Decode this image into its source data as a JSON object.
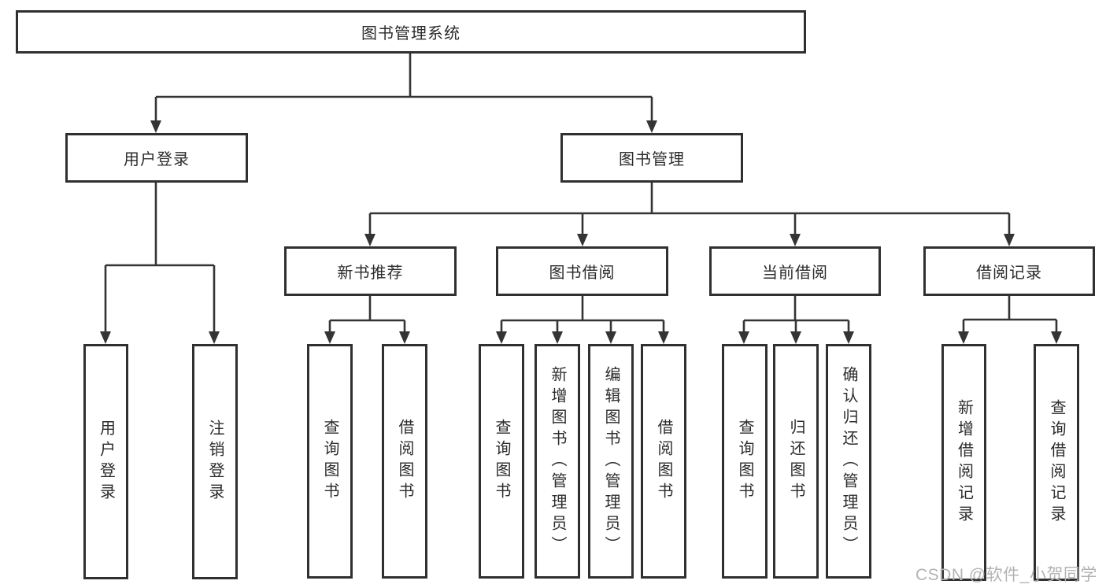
{
  "colors": {
    "line": "#343434",
    "box_border": "#303030",
    "text": "#2c2c2c",
    "background": "#ffffff",
    "watermark": "#b3b3b3"
  },
  "watermark": {
    "text": "CSDN @软件_小贺同学"
  },
  "tree": {
    "label": "图书管理系统",
    "children": [
      {
        "label": "用户登录",
        "children": [
          {
            "label": "用户登录"
          },
          {
            "label": "注销登录"
          }
        ]
      },
      {
        "label": "图书管理",
        "children": [
          {
            "label": "新书推荐",
            "children": [
              {
                "label": "查询图书"
              },
              {
                "label": "借阅图书"
              }
            ]
          },
          {
            "label": "图书借阅",
            "children": [
              {
                "label": "查询图书"
              },
              {
                "label": "新增图书（管理员）"
              },
              {
                "label": "编辑图书（管理员）"
              },
              {
                "label": "借阅图书"
              }
            ]
          },
          {
            "label": "当前借阅",
            "children": [
              {
                "label": "查询图书"
              },
              {
                "label": "归还图书"
              },
              {
                "label": "确认归还（管理员）"
              }
            ]
          },
          {
            "label": "借阅记录",
            "children": [
              {
                "label": "新增借阅记录"
              },
              {
                "label": "查询借阅记录"
              }
            ]
          }
        ]
      }
    ]
  }
}
